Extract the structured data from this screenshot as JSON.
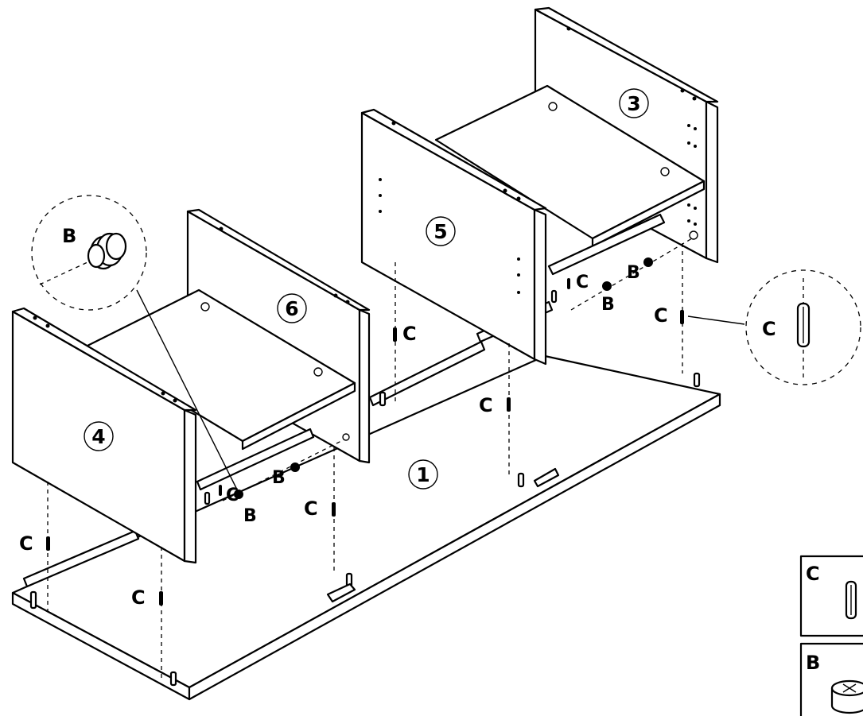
{
  "parts": {
    "p1": "1",
    "p3": "3",
    "p4": "4",
    "p5": "5",
    "p6": "6"
  },
  "hardware": {
    "dowel": "C",
    "cam": "B"
  },
  "legend": {
    "dowel_letter": "C",
    "cam_letter": "B"
  },
  "detail": {
    "cam_letter": "B",
    "dowel_letter": "C"
  }
}
